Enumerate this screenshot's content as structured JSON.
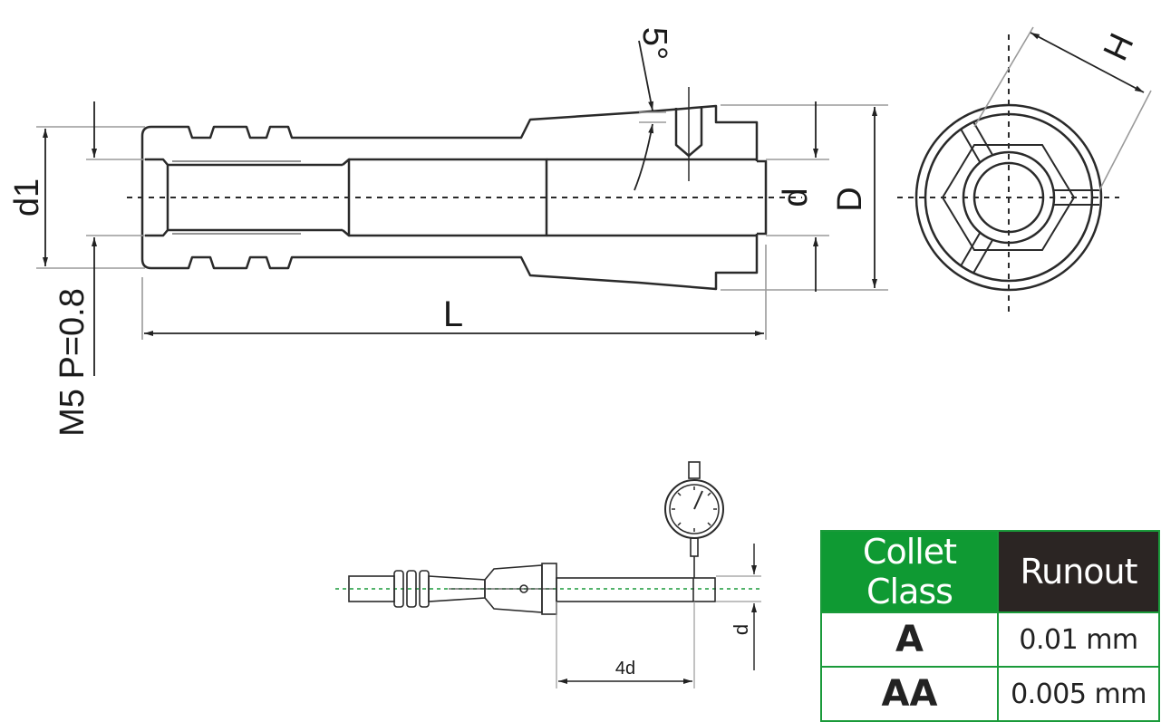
{
  "labels": {
    "d1": "d1",
    "thread": "M5 P=0.8",
    "angle": "5°",
    "d": "d",
    "D": "D",
    "L": "L",
    "H": "H",
    "d_small": "d",
    "four_d": "4d"
  },
  "table": {
    "headers": [
      "Collet Class",
      "Runout"
    ],
    "rows": [
      {
        "class": "A",
        "runout": "0.01 mm"
      },
      {
        "class": "AA",
        "runout": "0.005 mm"
      }
    ]
  },
  "colors": {
    "line": "#2a2a2a",
    "ext_line": "#9a9a9a",
    "header_green": "#0f9a33",
    "header_dark": "#2b2523",
    "border_green": "#1a9a3a",
    "axis_green": "#1a9a3a"
  }
}
